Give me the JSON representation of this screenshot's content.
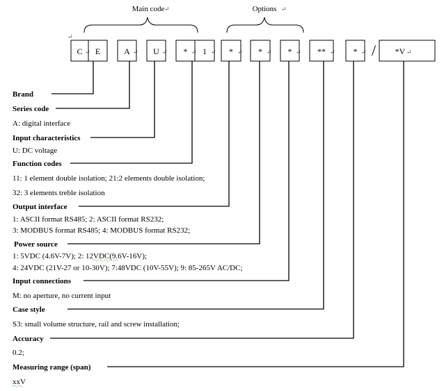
{
  "brackets": {
    "main_code": "Main code",
    "options": "Options"
  },
  "boxes": {
    "c": "C",
    "e": "E",
    "a": "A",
    "u": "U",
    "fn_star": "*",
    "fn_one": "1",
    "output": "*",
    "power": "*",
    "input_conn": "*",
    "case": "**",
    "accuracy": "*",
    "range": "*V"
  },
  "separator": "/",
  "fields": {
    "brand": {
      "heading": "Brand"
    },
    "series_code": {
      "heading": "Series code",
      "lines": [
        "A: digital interface"
      ]
    },
    "input_characteristics": {
      "heading": "Input characteristics",
      "lines": [
        "U: DC voltage"
      ]
    },
    "function_codes": {
      "heading": "Function codes",
      "lines": [
        "11: 1 element double isolation; 21:2 elements double isolation;",
        "32: 3 elements treble isolation"
      ]
    },
    "output_interface": {
      "heading": "Output interface",
      "lines": [
        "1: ASCII format RS485; 2: ASCII format RS232;",
        "3: MODBUS format RS485; 4: MODBUS format RS232;"
      ]
    },
    "power_source": {
      "heading": "Power source",
      "lines": [
        "1: 5VDC (4.6V-7V); 2: 12VDC(9.6V-16V);",
        "4: 24VDC (21V-27 or 10-30V); 7:48VDC (10V-55V); 9: 85-265V AC/DC;"
      ]
    },
    "input_connections": {
      "heading": "Input connections",
      "lines": [
        "M: no aperture, no current input"
      ]
    },
    "case_style": {
      "heading": "Case style",
      "lines": [
        "S3: small volume structure, rail and screw installation;"
      ]
    },
    "accuracy": {
      "heading": "Accuracy",
      "lines": [
        "0.2;"
      ]
    },
    "measuring_range": {
      "heading": "Measuring range (span)",
      "lines": [
        "xxV"
      ]
    }
  }
}
